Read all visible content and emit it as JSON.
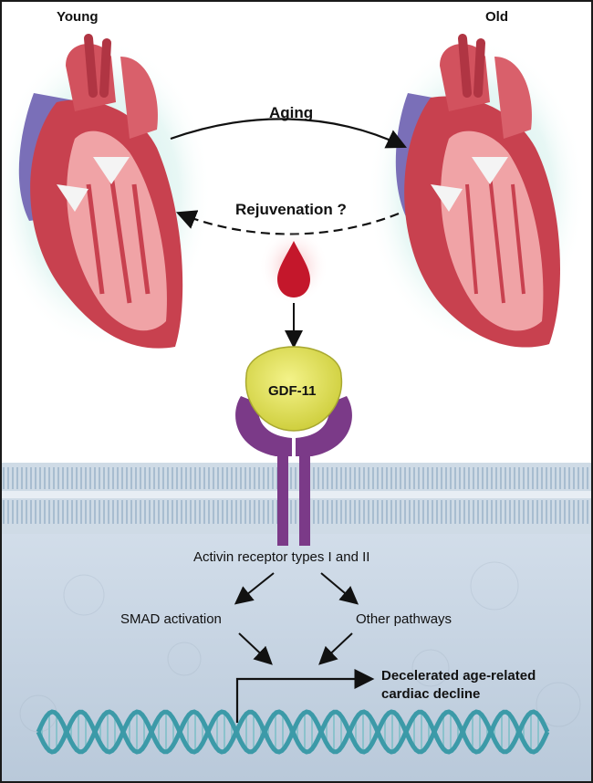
{
  "labels": {
    "young": "Young",
    "old": "Old",
    "aging": "Aging",
    "rejuvenation": "Rejuvenation ?",
    "gdf11": "GDF-11",
    "receptor": "Activin receptor types I and II",
    "smad": "SMAD activation",
    "other": "Other pathways",
    "outcome_line1": "Decelerated age-related",
    "outcome_line2": "cardiac decline"
  },
  "colors": {
    "heart_red": "#c8414f",
    "heart_pink": "#f0a3a6",
    "vein_blue": "#7a6fb8",
    "gdf11_yellow": "#e4e35c",
    "receptor_purple": "#7b3a88",
    "blood_drop": "#c4172b",
    "dna_teal": "#3c9aa8",
    "membrane": "#a8c4d8",
    "cell_interior": "#c9d6e4"
  }
}
